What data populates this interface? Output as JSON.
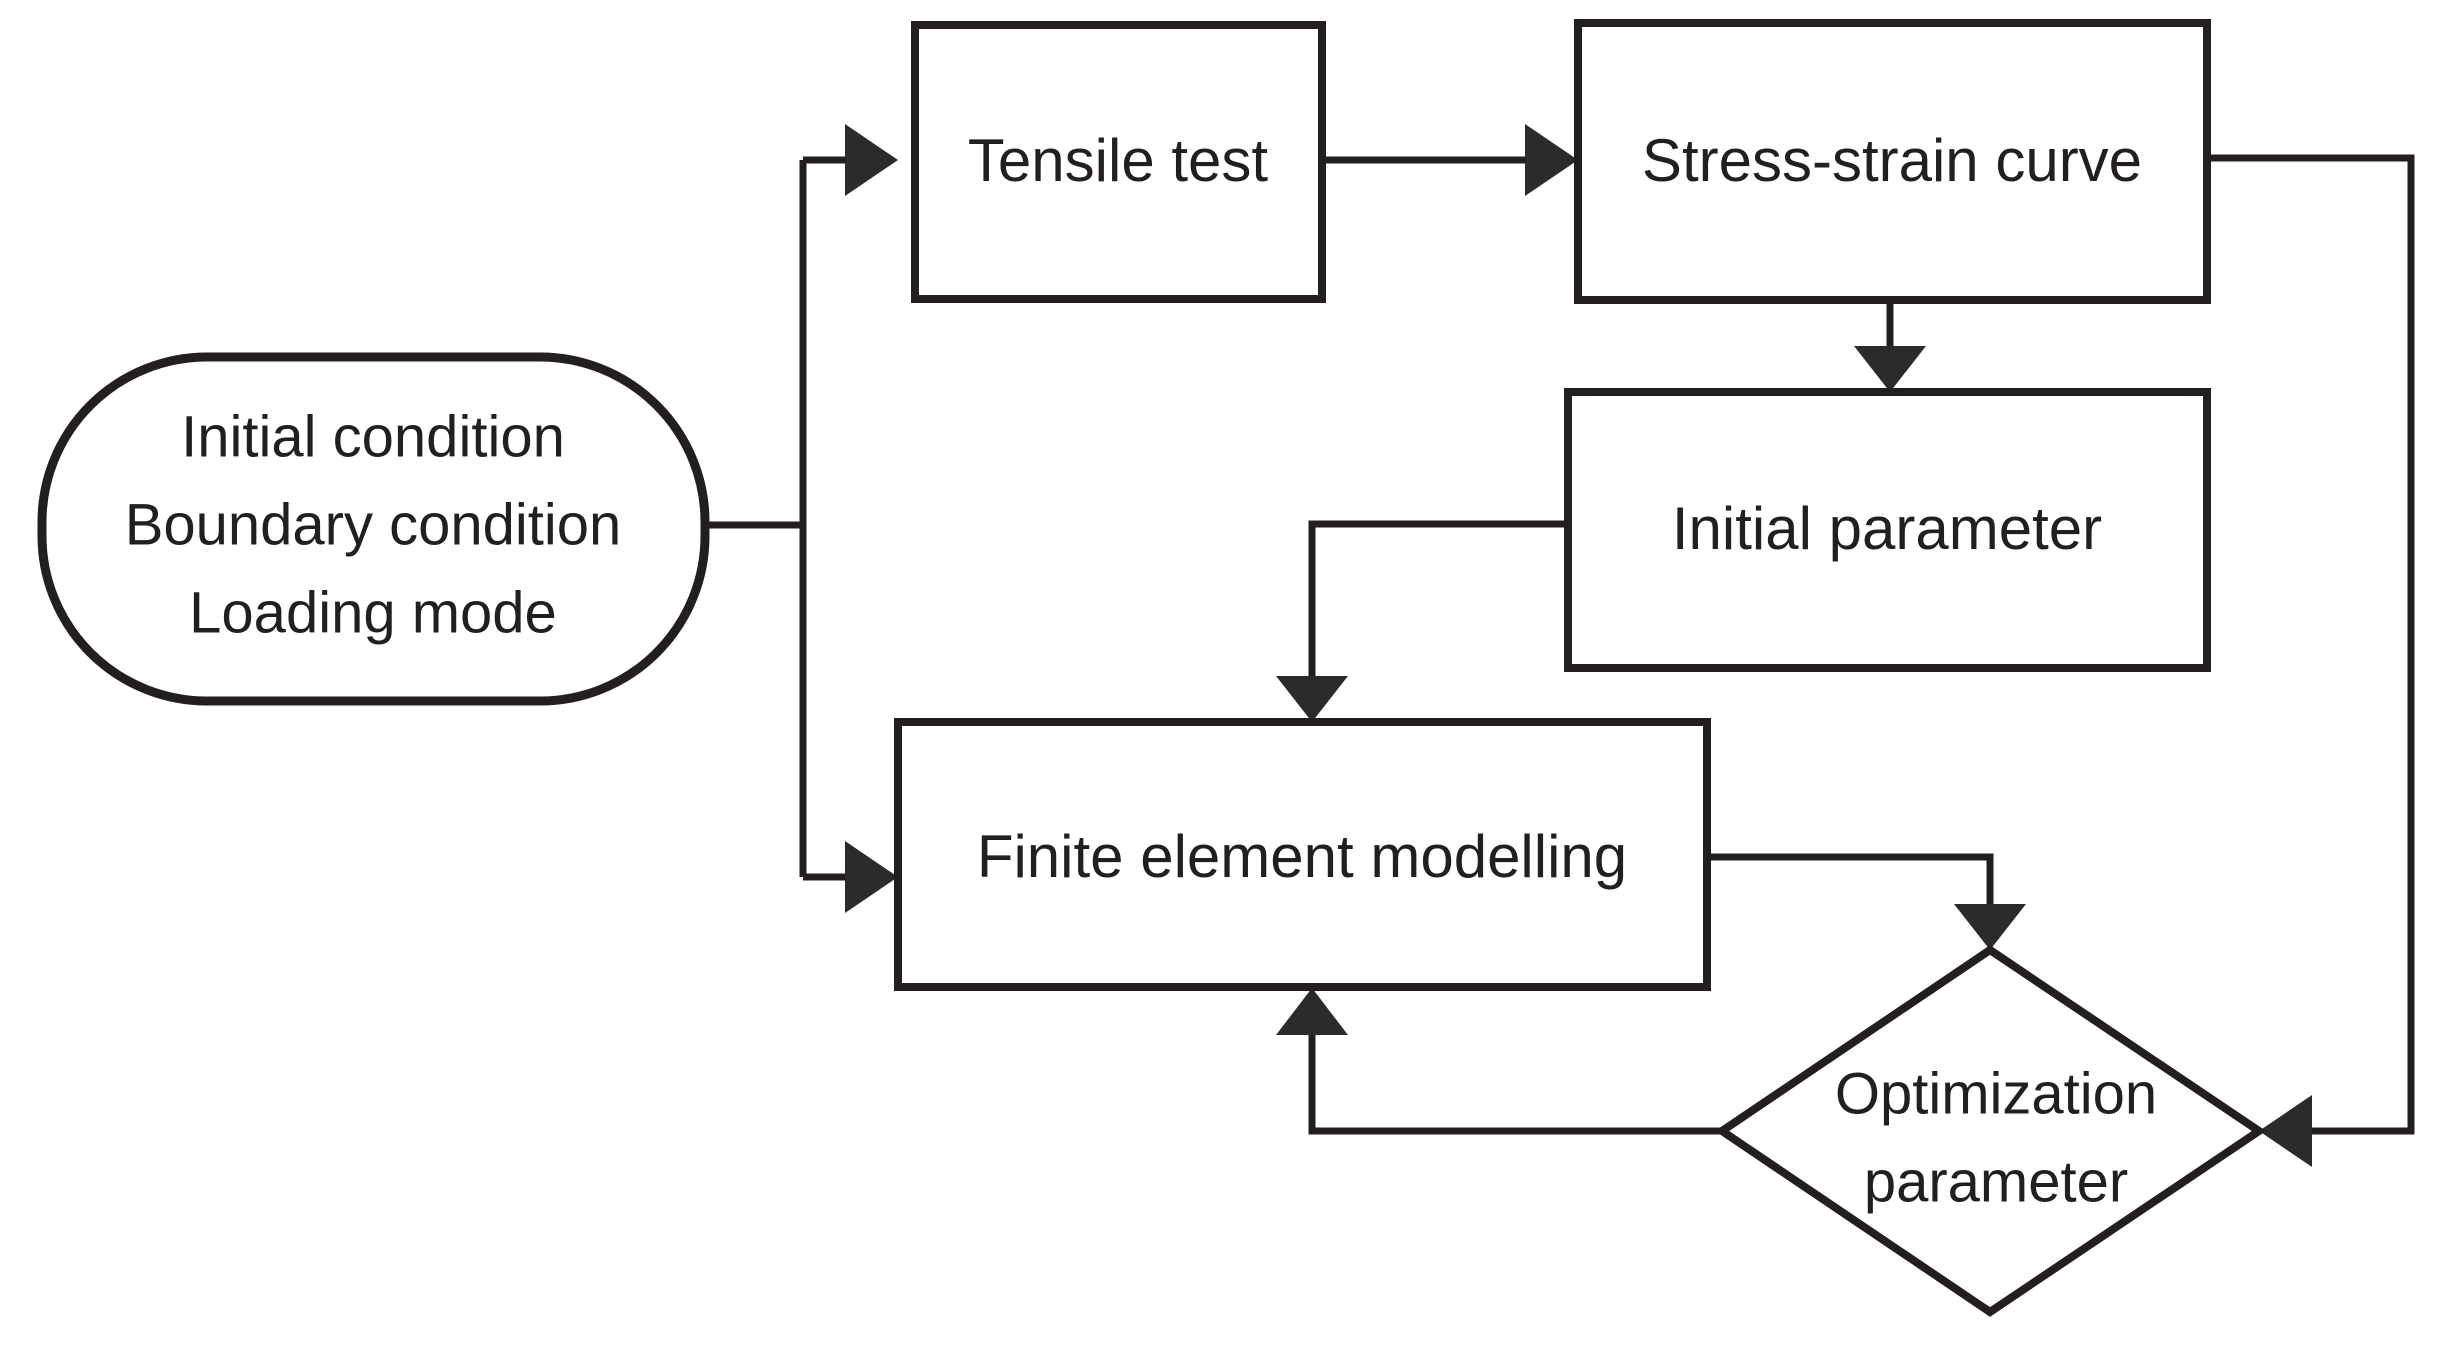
{
  "diagram": {
    "type": "flowchart",
    "title": "",
    "background_color": "#ffffff",
    "line_color": "#231f20",
    "fill_color": "#ffffff",
    "nodes": [
      {
        "id": "start",
        "shape": "rounded-rectangle",
        "lines": [
          "Initial condition",
          "Boundary condition",
          "Loading mode"
        ],
        "label": "Initial condition Boundary condition Loading mode"
      },
      {
        "id": "tensile-test",
        "shape": "rectangle",
        "lines": [
          "Tensile test"
        ],
        "label": "Tensile test"
      },
      {
        "id": "stress-strain-curve",
        "shape": "rectangle",
        "lines": [
          "Stress-strain curve"
        ],
        "label": "Stress-strain curve"
      },
      {
        "id": "initial-parameter",
        "shape": "rectangle",
        "lines": [
          "Initial parameter"
        ],
        "label": "Initial parameter"
      },
      {
        "id": "finite-element-modelling",
        "shape": "rectangle",
        "lines": [
          "Finite element modelling"
        ],
        "label": "Finite element modelling"
      },
      {
        "id": "optimization-parameter",
        "shape": "diamond",
        "lines": [
          "Optimization",
          "parameter"
        ],
        "label": "Optimization parameter"
      }
    ],
    "edges": [
      {
        "id": "start-to-tensile-test",
        "from": "start",
        "to": "tensile-test",
        "label": ""
      },
      {
        "id": "start-to-finite-element-modelling",
        "from": "start",
        "to": "finite-element-modelling",
        "label": ""
      },
      {
        "id": "tensile-test-to-stress-strain-curve",
        "from": "tensile-test",
        "to": "stress-strain-curve",
        "label": ""
      },
      {
        "id": "stress-strain-curve-to-initial-parameter",
        "from": "stress-strain-curve",
        "to": "initial-parameter",
        "label": ""
      },
      {
        "id": "stress-strain-curve-to-optimization-parameter",
        "from": "stress-strain-curve",
        "to": "optimization-parameter",
        "label": ""
      },
      {
        "id": "initial-parameter-to-finite-element-modelling",
        "from": "initial-parameter",
        "to": "finite-element-modelling",
        "label": ""
      },
      {
        "id": "finite-element-modelling-to-optimization-parameter",
        "from": "finite-element-modelling",
        "to": "optimization-parameter",
        "label": ""
      },
      {
        "id": "optimization-parameter-to-finite-element-modelling",
        "from": "optimization-parameter",
        "to": "finite-element-modelling",
        "label": ""
      }
    ]
  }
}
